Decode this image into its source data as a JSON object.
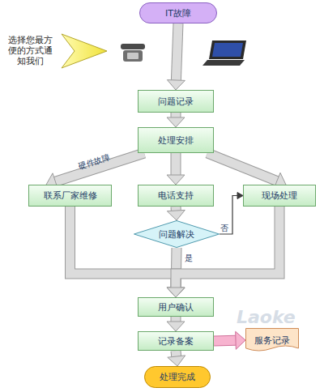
{
  "diagram": {
    "nodes": [
      {
        "text": [
          "IT故障"
        ]
      },
      {
        "text": [
          "问题记录"
        ]
      },
      {
        "text": [
          "处理安排"
        ]
      },
      {
        "text": [
          "联系厂家维修"
        ]
      },
      {
        "text": [
          "电话支持"
        ]
      },
      {
        "text": [
          "现场处理"
        ]
      },
      {
        "text": [
          "问题解决"
        ]
      },
      {
        "text": [
          "用户确认"
        ]
      },
      {
        "text": [
          "记录备案"
        ]
      },
      {
        "text": [
          "服务记录"
        ]
      },
      {
        "text": [
          "处理完成"
        ]
      }
    ],
    "edges": [
      {
        "from": 0,
        "to": 1,
        "arrow": "to"
      },
      {
        "from": 1,
        "to": 2,
        "arrow": "to"
      },
      {
        "from": 2,
        "to": 3,
        "arrow": "to",
        "label": "硬件故障"
      },
      {
        "from": 2,
        "to": 4,
        "arrow": "to"
      },
      {
        "from": 2,
        "to": 5,
        "arrow": "to"
      },
      {
        "from": 4,
        "to": 6,
        "arrow": "to"
      },
      {
        "from": 6,
        "to": 5,
        "arrow": "to",
        "label": "否"
      },
      {
        "from": 6,
        "to": 7,
        "arrow": "to",
        "label": "是"
      },
      {
        "from": 3,
        "to": 7,
        "arrow": "to"
      },
      {
        "from": 5,
        "to": 7,
        "arrow": "to"
      },
      {
        "from": 7,
        "to": 8,
        "arrow": "to"
      },
      {
        "from": 8,
        "to": 9,
        "arrow": "to"
      },
      {
        "from": 8,
        "to": 10,
        "arrow": "to"
      }
    ],
    "labels": [
      "选择您最方便的方式通知我们",
      "Laoke"
    ]
  }
}
